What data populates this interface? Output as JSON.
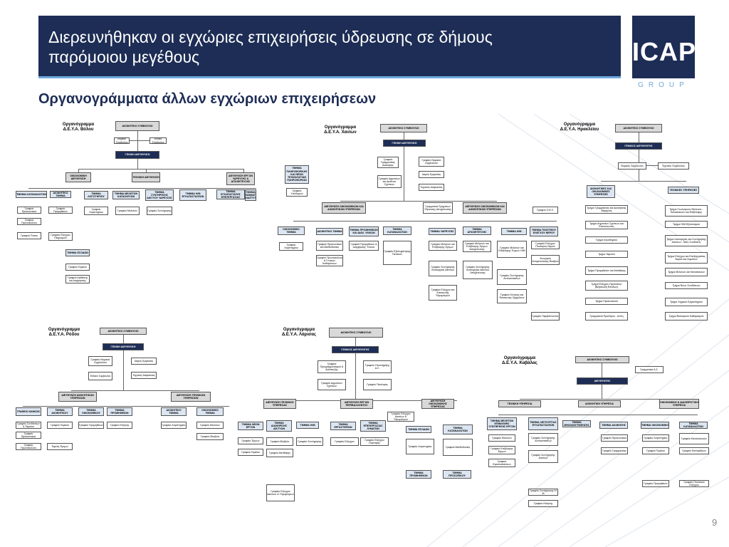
{
  "header": {
    "title": "Διερευνήθηκαν οι εγχώριες επιχειρήσεις ύδρευσης σε δήμους παρόμοιου μεγέθους",
    "subtitle": "Οργανογράμματα άλλων εγχώριων επιχειρήσεων",
    "page_number": "9"
  },
  "logo": {
    "text": "ICAP",
    "group": "GROUP"
  },
  "colors": {
    "navy": "#1d2d55",
    "accent": "#6fa8dc"
  },
  "charts": {
    "volos": {
      "title": "Οργανόγραμμα Δ.Ε.Υ.Α. Βόλου",
      "board": "ΔΙΟΙΚΗΤΙΚΟ ΣΥΜΒΟΥΛΙΟ",
      "legal": "Νομικοί Σύμβουλοι",
      "special": "Ειδικοί Σύμβουλοι",
      "gm": "ΓΕΝΙΚΗ ΔΙΕΥΘΥΝΣΗ",
      "dir1": "ΟΙΚΟΝΟΜΙΚΗ ΔΙΕΥΘΥΝΣΗ",
      "dir2": "ΤΕΧΝΙΚΗ ΔΙΕΥΘΥΝΣΗ",
      "dir3": "ΔΙΕΥΘΥΝΣΗ ΕΡΓΩΝ ΥΔΡΕΥΣΗΣ & ΑΠΟΧΕΤΕΥΣΗΣ",
      "d1": "ΤΜΗΜΑ ΚΑΤΑΝΑΛΩΤΩΝ",
      "d2": "ΤΜΗΜΑ ΛΟΓΙΣΤΗΡΙΟΥ",
      "d3": "ΤΜΗΜΑ ΜΕΛΕΤΩΝ ΚΑΤΑΣΚΕΥΩΝ",
      "d4": "ΤΜΗΜΑ ΣΥΝΤΗΡΗΣΗΣ ΔΙΚΤΥΟΥ ΥΔΡΕΥΣΗΣ",
      "d5": "ΤΜΗΜΑ Η/Μ ΕΓΚΑΤΑΣΤΑΣΕΩΝ",
      "d6": "ΤΜΗΜΑ ΕΓΚΑΤΑΣΤΑΣΗΣ ΕΠΕΞΕΡΓΑΣΙΑΣ",
      "d7": "ΤΜΗΜΑ ΠΡΟΓΡΑΜΜΑΤΙΣΜΟΥ & ΑΝΑΠΤΥΞΗΣ",
      "s1": "ΔΙΟΙΚΗΤΙΚΟ ΤΜΗΜΑ",
      "s2": "Γραφείο Προσωπικού",
      "s3": "Γραφείο Πρωτοκόλλου",
      "s4": "Γραφείο Τύπου",
      "s5": "Γραφείο Προμηθειών",
      "s6": "Γραφείο Ελέγχου Πληρωμών",
      "s7": "Γραφείο Λογιστηρίου",
      "s8": "Γραφείο Μελετών",
      "s9": "Γραφείο Συντήρησης",
      "s10": "ΤΜΗΜΑ ΕΣΟΔΩΝ",
      "s11": "Γραφείο Ταμείου",
      "s12": "Γραφείο Διάθεσης και Διαχείρισης"
    },
    "chania": {
      "title": "Οργανόγραμμα Δ.Ε.Υ.Α. Χανίων",
      "board": "ΔΙΟΙΚΗΤΙΚΟ ΣΥΜΒΟΥΛΙΟ",
      "gm": "ΓΕΝΙΚΗ ΔΙΕΥΘΥΝΣΗ",
      "staff1": "Γραφείο Γραμματείας Διοίκησης",
      "staff2": "Γραφείο Νομικού Συμβούλου",
      "staff3": "Ιατρός Εργασίας",
      "staff4": "Γραφείο Δημοσίων και Διεθνών Σχέσεων",
      "staff5": "Τεχνικός Ασφαλείας",
      "pr": "ΤΜΗΜΑ ΠΛΗΡΟΦΟΡΙΚΗΣ ΚΑΙ ΝΕΩΝ ΤΕΧΝΟΛΟΓΙΩΝ ΠΛΗΡΟΦΟΡΙΩΝ",
      "pr2": "Γραφείο Υποδομών",
      "dir1": "ΔΙΕΥΘΥΝΣΗ ΟΙΚΟΝΟΜΙΚΩΝ ΚΑΙ ΔΙΟΙΚΗΤΙΚΩΝ ΥΠΗΡΕΣΙΩΝ",
      "dir2": "Γραμματεία Τμημάτων Υδρευσης Αποχέτευσης",
      "dir3": "ΔΙΕΥΘΥΝΣΗ ΟΙΚΟΝΟΜΙΚΩΝ ΚΑΙ ΔΙΟΙΚΗΤΙΚΩΝ ΥΠΗΡΕΣΙΩΝ",
      "dir4": "Γραφείο Ο.Ε.Σ.",
      "t1": "ΟΙΚΟΝΟΜΙΚΟ ΤΜΗΜΑ",
      "t2": "ΔΙΟΙΚΗΤΙΚΟ ΤΜΗΜΑ",
      "t3": "ΤΜΗΜΑ ΠΡΟΜΗΘΕΙΩΝ ΚΑΙ ΔΙΑΧ. ΥΛΙΚΩΝ",
      "t4": "ΤΜΗΜΑ ΚΑΤΑΝΑΛΩΤΩΝ",
      "t5": "ΤΜΗΜΑ ΥΔΡΕΥΣΗΣ",
      "t6": "ΤΜΗΜΑ ΑΠΟΧΕΤΕΥΣΗΣ",
      "t7": "ΤΜΗΜΑ Η/Μ",
      "t8": "ΤΜΗΜΑ ΠΟΙΟΤΙΚΟΥ ΕΛΕΓΧΟΥ ΝΕΡΟΥ",
      "g1": "Γραφείο Λογιστηρίου",
      "g2": "Γραφείο Προσωπικού και Μισθοδοσίας",
      "g3": "Γραφείο Πρωτοκόλλου & Γενικών Καθηκόντων",
      "g4": "Γραφείο Προμηθειών & Διαχείρισης Υλικών",
      "g5": "Γραφείο Εξυπηρέτησης Πελατών",
      "g6": "Γραφείο Μελετών και Επίβλεψης Έργων",
      "g7": "Γραφείο Συντήρησης Λειτουργίας Δικτύων",
      "g8": "Γραφείο Ελέγχου και Επισκευής Υδρομέτρων",
      "g9": "Γραφείο Μελετών και Επίβλεψης Έργων Αποχέτευσης",
      "g10": "Γραφείο Συντήρησης Λειτουργίας Δικτύων Αποχέτευσης",
      "g11": "Γραφείο Μελετών και Επίβλεψης Έργων Η/Μ",
      "g12": "Γραφείο Συντήρησης Αντλιοστασίων",
      "g13": "Γραφείο Κίνησης και Επισκευής Οχημάτων",
      "g14": "Γραφείο Ελέγχου Ποιότητας Νερού",
      "g15": "Συνεργείο Αντιμετώπισης Βλαβών",
      "g16": "Γραφείο Περιβάλλοντος"
    },
    "heraklion": {
      "title": "Οργανόγραμμα Δ.Ε.Υ.Α. Ηρακλείου",
      "board": "ΔΙΟΙΚΗΤΙΚΟ ΣΥΜΒΟΥΛΙΟ",
      "gm": "ΓΕΝΙΚΟΣ ΔΙΕΥΘΥΝΤΗΣ",
      "legal": "Νομικός Σύμβουλος",
      "tech": "Τεχνικός Σύμβουλος",
      "c1": "ΔΙΟΙΚΗΤΙΚΕΣ ΚΑΙ ΟΙΚΟΝΟΜΙΚΕΣ ΥΠΗΡΕΣΙΕΣ",
      "c2": "ΤΕΧΝΙΚΕΣ ΥΠΗΡΕΣΙΕΣ",
      "a1": "Τμήμα Γραμματείας και Διοικητικής Μέριμνας",
      "a2": "Τμήμα Δημοσίων Σχέσεων και Επικοινωνίας",
      "a3": "Τμήμα Λογιστηρίου",
      "a4": "Τμήμα Ταμείου",
      "a5": "Τμήμα Προμηθειών και Αποθήκης",
      "a6": "Τμήμα Ελέγχου Προσόδων (Βεβαίωση Εσόδων)",
      "a7": "Τμήμα Προσωπικού",
      "a8": "Γραμματεία Προέδρου - Δ/ντή",
      "b1": "Τμήμα Γεωλογικών Μελετών - Κατασκευών και Επίβλεψης",
      "b2": "Τμήμα Η/Μ Εξοπλισμού",
      "b3": "Τμήμα Λειτουργίας και Συντήρησης Δικτύων - Νέες Συνδέσεις",
      "b4": "Τμήμα Ελέγχου και Επεξεργασίας Νερού και Λυμάτων",
      "b5": "Τμήμα Μελετών και Κατασκευών",
      "b6": "Τμήμα Νέων Συνδέσεων",
      "b7": "Τμήμα Χημικού Εργαστηρίου",
      "b8": "Τμήμα Βιολογικού Καθαρισμού"
    },
    "rodos": {
      "title": "Οργανόγραμμα Δ.Ε.Υ.Α. Ρόδου",
      "board": "ΔΙΟΙΚΗΤΙΚΟ ΣΥΜΒΟΥΛΙΟ",
      "gm": "ΓΕΝΙΚΗ ΔΙΕΥΘΥΝΣΗ",
      "s1": "Γραφείο Νομικού Συμβούλου",
      "s2": "Ιατρός Εργασίας",
      "s3": "Τεχνικός Ασφαλείας",
      "s4": "Ειδικοί Σύμβουλοι",
      "dir1": "ΔΙΕΥΘΥΝΣΗ ΔΙΟΙΚΗΤΙΚΩΝ ΥΠΗΡΕΣΙΩΝ",
      "dir2": "ΔΙΕΥΘΥΝΣΗ ΤΕΧΝΙΚΩΝ ΥΠΗΡΕΣΙΩΝ",
      "r1": "ΓΡΑΦΕΙΟ ΚΙΝΗΣΗΣ",
      "r2": "ΤΜΗΜΑ ΔΙΟΙΚΗΤΙΚΟΥ",
      "r3": "ΤΜΗΜΑ ΟΙΚΟΝΟΜΙΚΟΥ",
      "r4": "ΤΜΗΜΑ ΠΡΟΜΗΘΕΙΩΝ",
      "r5": "ΔΙΟΙΚΗΤΙΚΟ ΤΜΗΜΑ",
      "r6": "ΟΙΚΟΝΟΜΙΚΟ ΤΜΗΜΑ",
      "x1": "Γραφείο Συνδέσεων & Ταμείου",
      "x2": "Γραφείο Ταμείου",
      "x3": "Γραφείο Προμηθειών",
      "x4": "Γραφείο Κίνησης",
      "x5": "Γραφείο Λογιστηρίου",
      "x6": "Γραφείο Μελετών",
      "x7": "Γραφείο Προσωπικού",
      "x8": "Γραφείο Πρωτοκόλλου",
      "x9": "Γραφείο Βλαβών",
      "x10": "Τομέας Έργων"
    },
    "larissa": {
      "title": "Οργανόγραμμα Δ.Ε.Υ.Α. Λάρισας",
      "board": "ΔΙΟΙΚΗΤΙΚΟ ΣΥΜΒΟΥΛΙΟ",
      "gm": "ΓΕΝΙΚΟΣ ΔΙΕΥΘΥΝΤΗΣ",
      "s1": "Γραφείο Προγραμματισμού & Ανάπτυξης",
      "s2": "Γραφείο Υποστήριξης Δ.Σ.",
      "s3": "Γραφείο Δημοσίων Σχέσεων",
      "s4": "Γραφείο Ποιότητας",
      "dir1": "ΔΙΕΥΘΥΝΣΗ ΤΕΧΝΙΚΗΣ ΥΠΗΡΕΣΙΑΣ",
      "dir2": "ΔΙΕΥΘΥΝΣΗ ΕΡΓΩΝ ΠΕΡΙΒΑΛΛΟΝΤΟΣ",
      "dir3": "ΔΙΕΥΘΥΝΣΗ ΟΙΚΟΝΟΜΙΚΗΣ ΥΠΗΡΕΣΙΑΣ",
      "t1": "ΤΜΗΜΑ ΝΕΩΝ ΕΡΓΩΝ",
      "t2": "ΤΜΗΜΑ ΔΙΑΧΕΙΡΙΣΗΣ ΔΙΚΤΥΩΝ",
      "t3": "ΤΜΗΜΑ Η/Μ",
      "t4": "ΤΜΗΜΑ ΕΡΓΑΣΤΗΡΙΩΝ",
      "t5": "ΤΜΗΜΑ ΕΠΕΞΕΡΓΑΣΙΑΣ ΛΥΜΑΤΩΝ",
      "t6": "ΤΜΗΜΑ ΕΣΟΔΩΝ",
      "t7": "ΤΜΗΜΑ ΚΑΤΑΝΑΛΩΤΩΝ",
      "t8": "ΤΜΗΜΑ ΠΡΟΜΗΘΕΙΩΝ",
      "t9": "ΤΜΗΜΑ ΠΡΟΣΩΠΙΚΟΥ",
      "g1": "Γραφείο Έργων",
      "g2": "Γραφείο Βλαβών",
      "g3": "Γραφείο Συντήρησης",
      "g4": "Γραφείο Ελέγχου",
      "g5": "Γραφείο Ελέγχου Ποιότητας",
      "g6": "Γραφείο Λογιστηρίου",
      "g7": "Γραφείο Μισθοδοσίας",
      "g8": "Γραφείο Ταμείου",
      "g9": "Γραφείο Αποθήκης",
      "g10": "Γραφείο Ελέγχου Δικτύων & Υδρομέτρων"
    },
    "kavala": {
      "title": "Οργανόγραμμα Δ.Ε.Υ.Α. Καβάλας",
      "board": "ΔΙΟΙΚΗΤΙΚΟ ΣΥΜΒΟΥΛΙΟ",
      "secretary": "Γραμματεία Δ.Σ.",
      "gm": "ΔΙΕΥΘΥΝΤΗΣ",
      "c1": "ΤΕΧΝΙΚΗ ΥΠΗΡΕΣΙΑ",
      "c2": "ΔΙΟΙΚΗΤΙΚΗ ΥΠΗΡΕΣΙΑ",
      "c3": "ΟΙΚΟΝΟΜΙΚΗ & ΔΙΑΧΕΙΡΙΣΤΙΚΗ ΥΠΗΡΕΣΙΑ",
      "t1": "ΤΜΗΜΑ ΜΕΛΕΤΩΝ ΕΠΙΒΛΕΨΗΣ ΣΥΝΤΗΡΗΣΗΣ ΕΡΓΩΝ",
      "t2": "ΤΜΗΜΑ ΛΕΙΤΟΥΡΓΙΑΣ ΕΓΚΑΤΑΣΤΑΣΕΩΝ",
      "t3": "ΤΜΗΜΑ ΜΗΧΑΝΟΓΡΑΦΗΣΗΣ",
      "t4": "ΤΜΗΜΑ ΔΙΟΙΚΗΣΗΣ",
      "t5": "ΤΜΗΜΑ ΟΙΚΟΝΟΜΙΚΟ",
      "t6": "ΤΜΗΜΑ ΚΑΤΑΝΑΛΩΤΩΝ",
      "g1": "Γραφείο Μελετών",
      "g2": "Γραφείο Επίβλεψης Έργων",
      "g3": "Γραφείο Εγκαταστάσεων",
      "g4": "Γραφείο Συντήρησης Αντλιοστασίων",
      "g5": "Γραφείο Συντήρησης Δικτύων",
      "g6": "Γραφείο Προσωπικού",
      "g7": "Γραφείο Γραμματείας",
      "g8": "Γραφείο Λογιστηρίου",
      "g9": "Γραφείο Ταμείου",
      "g10": "Γραφείο Προμηθειών",
      "g11": "Γραφείο Καταναλωτών",
      "g12": "Γραφείο Εισπράξεων",
      "g13": "Γραφείο Ποιοτικού Ελέγχου",
      "g14": "Γραφείο Συντήρησης Η/Μ",
      "g15": "Γραφείο Κίνησης"
    }
  }
}
